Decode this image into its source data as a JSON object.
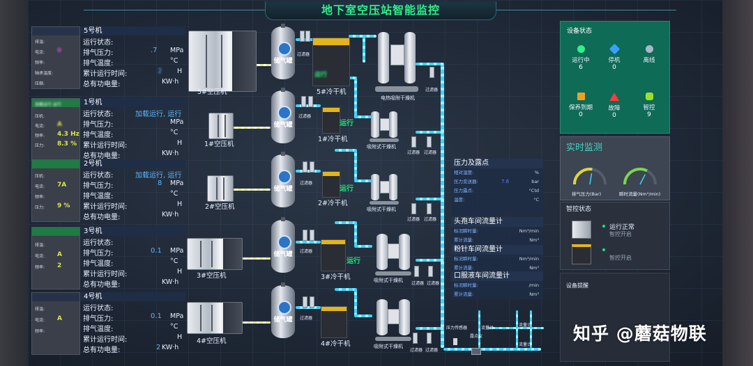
{
  "title": "地下室空压站智能监控",
  "colors": {
    "accent_green": "#2ff08a",
    "pipe_blue": "#3bd5ff",
    "value_blue": "#5ab7ff",
    "status_panel": "#0e6b55"
  },
  "units": [
    {
      "name": "5号机",
      "side": {
        "header": "",
        "rows": [
          {
            "label": "排温:",
            "value": ""
          },
          {
            "label": "电流:",
            "value": "0"
          },
          {
            "label": "频率:",
            "value": ""
          },
          {
            "label": "轴承温度:",
            "value": ""
          },
          {
            "label": "压缩:",
            "value": ""
          }
        ]
      },
      "rows": [
        {
          "label": "运行状态:",
          "value": "",
          "unit": ""
        },
        {
          "label": "排气压力:",
          "value": ".7",
          "unit": "MPa"
        },
        {
          "label": "排气温度:",
          "value": "",
          "unit": "°C"
        },
        {
          "label": "累计运行时间:",
          "value": "2",
          "unit": "H"
        },
        {
          "label": "总有功电量:",
          "value": "",
          "unit": "KW·h"
        }
      ]
    },
    {
      "name": "1号机",
      "side": {
        "header": "加载运行 运行",
        "rows": [
          {
            "label": "压机:",
            "value": ""
          },
          {
            "label": "电流:",
            "value": "A"
          },
          {
            "label": "频率:",
            "value": "4.3 Hz"
          },
          {
            "label": "压力:",
            "value": "8.3 %"
          }
        ]
      },
      "rows": [
        {
          "label": "运行状态:",
          "value": "加载运行, 运行",
          "unit": ""
        },
        {
          "label": "排气压力:",
          "value": "",
          "unit": "MPa"
        },
        {
          "label": "排气温度:",
          "value": "",
          "unit": "°C"
        },
        {
          "label": "累计运行时间:",
          "value": "",
          "unit": "H"
        },
        {
          "label": "总有功电量:",
          "value": "",
          "unit": "KW·h"
        }
      ]
    },
    {
      "name": "2号机",
      "side": {
        "header": "",
        "rows": [
          {
            "label": "压机:",
            "value": ""
          },
          {
            "label": "电流:",
            "value": "7A"
          },
          {
            "label": "频率:",
            "value": ""
          },
          {
            "label": "压力:",
            "value": "9 %"
          }
        ]
      },
      "rows": [
        {
          "label": "运行状态:",
          "value": "加载运行, 运行",
          "unit": ""
        },
        {
          "label": "排气压力:",
          "value": "8",
          "unit": "MPa"
        },
        {
          "label": "排气温度:",
          "value": "",
          "unit": "°C"
        },
        {
          "label": "累计运行时间:",
          "value": "",
          "unit": "H"
        },
        {
          "label": "总有功电量:",
          "value": "",
          "unit": "KW·h"
        }
      ]
    },
    {
      "name": "3号机",
      "side": {
        "header": "",
        "rows": [
          {
            "label": "排温:",
            "value": ""
          },
          {
            "label": "电流:",
            "value": "A"
          },
          {
            "label": "频率:",
            "value": "2"
          }
        ]
      },
      "rows": [
        {
          "label": "运行状态:",
          "value": "",
          "unit": ""
        },
        {
          "label": "排气压力:",
          "value": "0.1",
          "unit": "MPa"
        },
        {
          "label": "排气温度:",
          "value": "",
          "unit": "°C"
        },
        {
          "label": "累计运行时间:",
          "value": "",
          "unit": "H"
        },
        {
          "label": "总有功电量:",
          "value": "",
          "unit": "KW·h"
        }
      ]
    },
    {
      "name": "4号机",
      "side": {
        "header": "",
        "rows": [
          {
            "label": "排温:",
            "value": ""
          },
          {
            "label": "电流:",
            "value": "A"
          },
          {
            "label": "频率:",
            "value": ""
          }
        ]
      },
      "rows": [
        {
          "label": "运行状态:",
          "value": "",
          "unit": ""
        },
        {
          "label": "排气压力:",
          "value": "0.1",
          "unit": "MPa"
        },
        {
          "label": "排气温度:",
          "value": "",
          "unit": "°C"
        },
        {
          "label": "累计运行时间:",
          "value": "",
          "unit": "H"
        },
        {
          "label": "总有功电量:",
          "value": "2",
          "unit": "KW·h"
        }
      ]
    }
  ],
  "equipment": {
    "compressors": [
      "5#空压机",
      "1#空压机",
      "2#空压机",
      "3#空压机",
      "4#空压机"
    ],
    "dryers": [
      "5#冷干机",
      "1#冷干机",
      "2#冷干机",
      "3#冷干机",
      "4#冷干机"
    ],
    "adsorbers": [
      "电热吸附干燥机",
      "吸附式干燥机",
      "吸附式干燥机",
      "吸附式干燥机",
      "吸附式干燥机"
    ],
    "tank_label": "储气罐",
    "filter_label": "过滤器",
    "run_label": "运行",
    "sensor_labels": {
      "pressure_sensor": "压力传感器",
      "flow_meter": "流量计",
      "dew_point": "露点仪"
    }
  },
  "pressure_panel": {
    "title": "压力及露点",
    "rows": [
      {
        "label": "相对湿度:",
        "value": "",
        "unit": "%"
      },
      {
        "label": "压力变送器:",
        "value": "7.6",
        "unit": "bar"
      },
      {
        "label": "压力露点:",
        "value": "",
        "unit": "°Ctd"
      },
      {
        "label": "温度:",
        "value": "",
        "unit": "°C"
      }
    ]
  },
  "flow_panels": [
    {
      "title": "头孢车间流量计",
      "rows": [
        {
          "label": "标况瞬时量:",
          "value": "",
          "unit": "Nm³/min"
        },
        {
          "label": "累计流量:",
          "value": "",
          "unit": "Nm³"
        }
      ]
    },
    {
      "title": "粉针车间流量计",
      "rows": [
        {
          "label": "标况瞬时量:",
          "value": "",
          "unit": "Nm³/min"
        },
        {
          "label": "累计流量:",
          "value": "",
          "unit": "Nm³"
        }
      ]
    },
    {
      "title": "口服液车间流量计",
      "rows": [
        {
          "label": "标况瞬时量:",
          "value": "",
          "unit": "/min"
        },
        {
          "label": "累计流量:",
          "value": "",
          "unit": "Nm³"
        }
      ]
    }
  ],
  "device_status": {
    "title": "设备状态",
    "items": [
      {
        "label": "运行中",
        "count": "6",
        "color": "#2ff08a",
        "icon": "play-icon"
      },
      {
        "label": "停机",
        "count": "0",
        "color": "#39a0ff",
        "icon": "stop-icon"
      },
      {
        "label": "离线",
        "count": "",
        "color": "#a8b8c8",
        "icon": "offline-icon"
      },
      {
        "label": "保养到期",
        "count": "0",
        "color": "#f0a020",
        "icon": "document-icon"
      },
      {
        "label": "故障",
        "count": "0",
        "color": "#ff3a3a",
        "icon": "warning-icon"
      },
      {
        "label": "智控",
        "count": "9",
        "color": "#9be02a",
        "icon": "hexagon-icon"
      }
    ]
  },
  "realtime": {
    "title": "实时监测",
    "gauges": [
      {
        "label": "排气压力(Bar)",
        "level": 0.55
      },
      {
        "label": "瞬时流量(Nm³/min)",
        "level": 0.65
      }
    ]
  },
  "smart_control": {
    "title": "智控状态",
    "items": [
      {
        "status": "运行正常",
        "mode": "智控开启"
      },
      {
        "status": "",
        "mode": "智控开启"
      }
    ]
  },
  "alerts": {
    "title": "设备提醒"
  },
  "watermark": "知乎 @蘑菇物联"
}
